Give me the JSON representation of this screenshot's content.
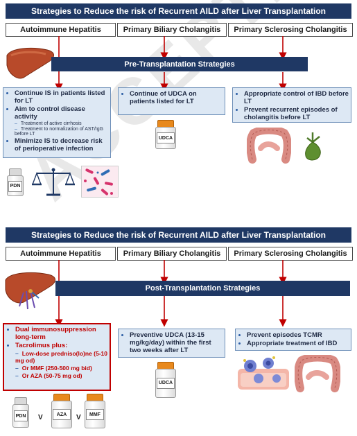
{
  "watermark": "ACCEPTED",
  "pre": {
    "title": "Strategies to Reduce the risk of Recurrent AILD after Liver Transplantation",
    "diseases": [
      "Autoimmune Hepatitis",
      "Primary Biliary Cholangitis",
      "Primary Sclerosing Cholangitis"
    ],
    "section_label": "Pre-Transplantation Strategies",
    "aih": {
      "items": [
        "Continue IS in patients listed for LT",
        "Aim to control disease activity",
        "Minimize IS to decrease risk of perioperative infection"
      ],
      "subitems": [
        "Treatment of active cirrhosis",
        "Treatment to normalization of AST/IgG before LT"
      ]
    },
    "pbc": {
      "items": [
        "Continue of UDCA on patients listed for LT"
      ]
    },
    "psc": {
      "items": [
        "Appropriate control of IBD before LT",
        "Prevent recurrent episodes of cholangitis before LT"
      ]
    },
    "vials": {
      "pdn": "PDN",
      "udca": "UDCA"
    }
  },
  "post": {
    "title": "Strategies to Reduce the risk of Recurrent AILD after Liver Transplantation",
    "diseases": [
      "Autoimmune Hepatitis",
      "Primary Biliary Cholangitis",
      "Primary Sclerosing Cholangitis"
    ],
    "section_label": "Post-Transplantation Strategies",
    "aih": {
      "items": [
        "Dual immunosuppression long-term",
        "Tacrolimus plus:"
      ],
      "subitems": [
        "Low-dose predniso(lo)ne (5-10 mg od)",
        "Or MMF (250-500 mg bid)",
        "Or AZA (50-75 mg od)"
      ]
    },
    "pbc": {
      "items": [
        "Preventive UDCA (13-15 mg/kg/day) within the first two weeks after LT"
      ]
    },
    "psc": {
      "items": [
        "Prevent episodes TCMR",
        "Appropriate treatment of IBD"
      ]
    },
    "vials": {
      "pdn": "PDN",
      "aza": "AZA",
      "mmf": "MMF",
      "udca": "UDCA",
      "v1": "V",
      "v2": "V"
    }
  },
  "colors": {
    "navy": "#1f3864",
    "arrow": "#c00000",
    "box_bg": "#dde8f4",
    "red": "#c00000"
  }
}
